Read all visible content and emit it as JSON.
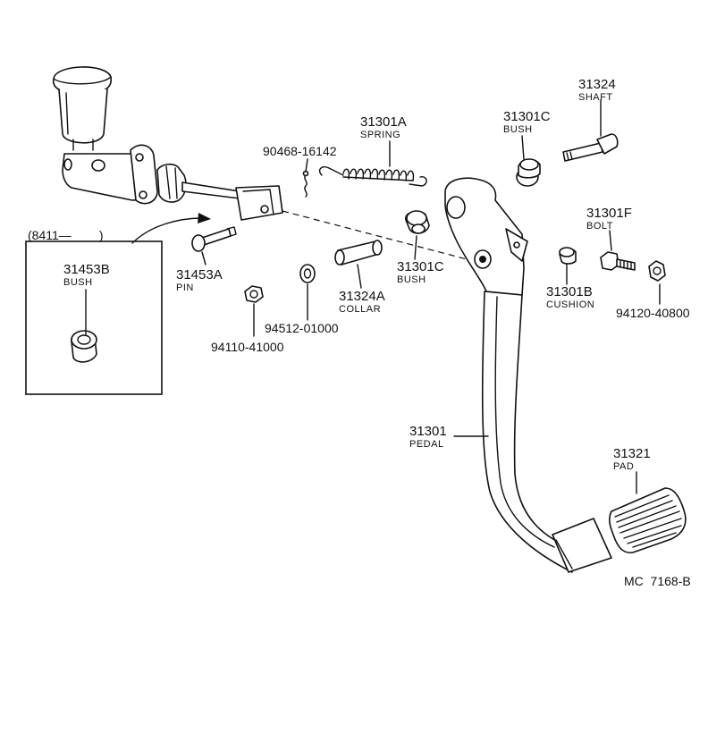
{
  "diagram": {
    "ref_number": "MC  7168-B",
    "inset_ref": "(8411—        )",
    "parts": [
      {
        "id": "p31324",
        "number": "31324",
        "name": "SHAFT"
      },
      {
        "id": "p31301A",
        "number": "31301A",
        "name": "SPRING"
      },
      {
        "id": "p31301C_top",
        "number": "31301C",
        "name": "BUSH"
      },
      {
        "id": "p90468",
        "number": "90468-16142",
        "name": ""
      },
      {
        "id": "p31301F",
        "number": "31301F",
        "name": "BOLT"
      },
      {
        "id": "p31453B",
        "number": "31453B",
        "name": "BUSH"
      },
      {
        "id": "p31453A",
        "number": "31453A",
        "name": "PIN"
      },
      {
        "id": "p31301C_mid",
        "number": "31301C",
        "name": "BUSH"
      },
      {
        "id": "p31324A",
        "number": "31324A",
        "name": "COLLAR"
      },
      {
        "id": "p31301B",
        "number": "31301B",
        "name": "CUSHION"
      },
      {
        "id": "p94120",
        "number": "94120-40800",
        "name": ""
      },
      {
        "id": "p94512",
        "number": "94512-01000",
        "name": ""
      },
      {
        "id": "p94110",
        "number": "94110-41000",
        "name": ""
      },
      {
        "id": "p31301",
        "number": "31301",
        "name": "PEDAL"
      },
      {
        "id": "p31321",
        "number": "31321",
        "name": "PAD"
      }
    ]
  }
}
